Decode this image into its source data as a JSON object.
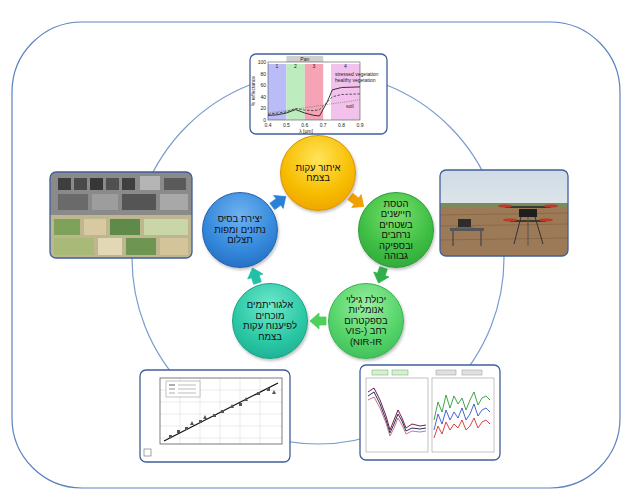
{
  "diagram": {
    "nodes": [
      {
        "text": [
          "איתור עקות בצמח"
        ]
      },
      {
        "text": [
          "הטסת חיישנים בשטחים נרחבים ובספיקה גבוהה"
        ]
      },
      {
        "text": [
          "יכולת גילוי אנומליות בספקטרום רחב (VIS- NIR-IR)"
        ]
      },
      {
        "text": [
          "אלגוריתמים מוכחים לפיענוח עקות בצמח"
        ]
      },
      {
        "text": [
          "יצירת בסיס נתונים ומפות תצלום"
        ]
      }
    ],
    "edges": [
      {
        "from": 0,
        "to": 1,
        "arrow": "to"
      },
      {
        "from": 1,
        "to": 2,
        "arrow": "to"
      },
      {
        "from": 2,
        "to": 3,
        "arrow": "to"
      },
      {
        "from": 3,
        "to": 4,
        "arrow": "to"
      },
      {
        "from": 4,
        "to": 0,
        "arrow": "to"
      }
    ],
    "labels": [
      "100",
      "80",
      "60",
      "40",
      "20",
      "0",
      "0.4",
      "0.5",
      "0.6",
      "0.7",
      "0.8",
      "0.9",
      "Pan",
      "1",
      "2",
      "3",
      "4",
      "stressed vegetation",
      "healthy vegetation",
      "soil",
      "% reflectance",
      "λ [µm]"
    ]
  }
}
